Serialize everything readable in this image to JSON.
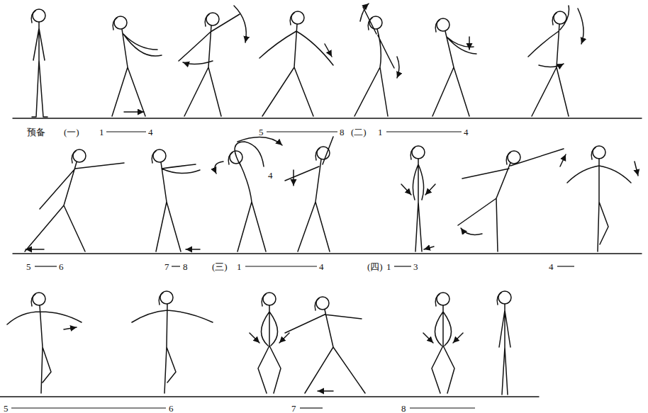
{
  "diagram": {
    "labels": [
      "预备",
      "(一)",
      "1",
      "4",
      "5",
      "8",
      "(二)",
      "1",
      "4",
      "5",
      "6",
      "7",
      "8",
      "(三)",
      "1",
      "4",
      "4",
      "(四)",
      "1",
      "3",
      "4",
      "5",
      "6",
      "7",
      "8"
    ]
  }
}
